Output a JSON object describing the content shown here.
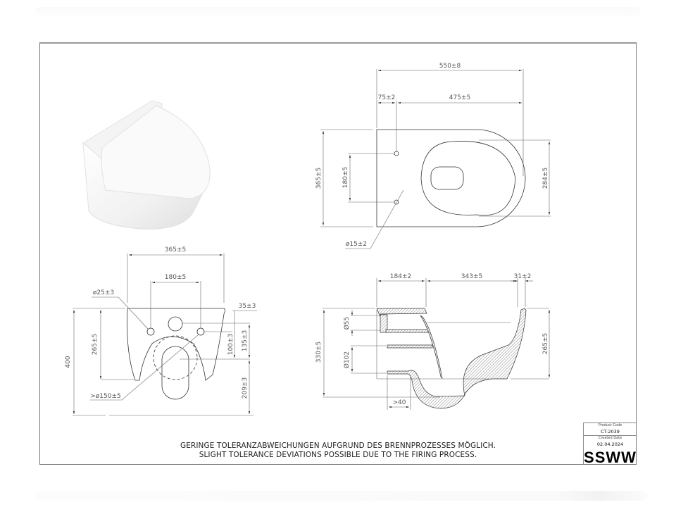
{
  "drawing": {
    "product_code_label": "Product Code",
    "product_code": "CT-2039",
    "created_date_label": "Created Date",
    "created_date": "02.04.2024",
    "brand": "SSWW",
    "note_de": "GERINGE TOLERANZABWEICHUNGEN AUFGRUND DES BRENNPROZESSES MÖGLICH.",
    "note_en": "SLIGHT TOLERANCE DEVIATIONS POSSIBLE DUE TO THE FIRING PROCESS."
  },
  "top_view": {
    "overall_length": "550±8",
    "back_offset": "75±2",
    "front_length": "475±5",
    "width": "365±5",
    "fixing_spacing": "180±5",
    "bowl_width": "284±5",
    "fixing_hole": "ø15±2"
  },
  "rear_view": {
    "width": "365±5",
    "fixing_spacing": "180±5",
    "fixing_hole": "ø25±3",
    "top_offset": "35±3",
    "height_total": "400",
    "fixing_height": "265±5",
    "inlet_to_outlet": "100±3",
    "inlet_height": "135±3",
    "outlet_height": "209±3",
    "outlet_diameter": ">ø150±5"
  },
  "side_view": {
    "back_depth": "184±2",
    "bowl_length": "343±5",
    "rim": "31±2",
    "height": "330±5",
    "rim_height": "265±5",
    "inlet_diameter": "Ø55",
    "outlet_diameter": "Ø102",
    "outlet_min": ">40"
  },
  "colors": {
    "line": "#333333",
    "dim": "#666666",
    "hatch": "#999999"
  }
}
